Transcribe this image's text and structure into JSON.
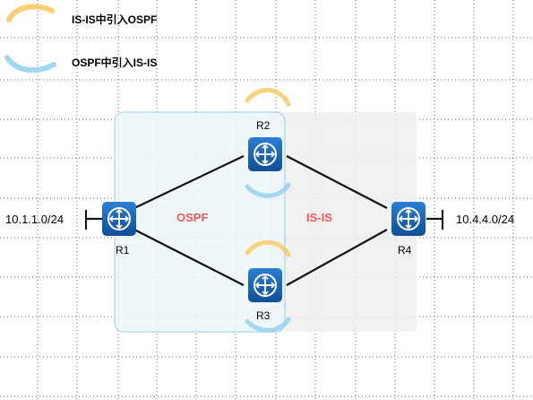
{
  "legend": {
    "isis_into_ospf": "IS-IS中引入OSPF",
    "ospf_into_isis": "OSPF中引入IS-IS",
    "colors": {
      "isis_into_ospf": "#f7c85a",
      "ospf_into_isis": "#8fd0ef"
    }
  },
  "areas": {
    "ospf": "OSPF",
    "isis": "IS-IS",
    "colors": {
      "ospf_fill": "#eef6fb",
      "ospf_border": "#9ccfe8",
      "isis_fill": "#efefef",
      "label": "#f05a5a"
    }
  },
  "routers": {
    "r1": "R1",
    "r2": "R2",
    "r3": "R3",
    "r4": "R4",
    "icon": "router-icon",
    "color": "#1565b8"
  },
  "networks": {
    "left": "10.1.1.0/24",
    "right": "10.4.4.0/24"
  }
}
